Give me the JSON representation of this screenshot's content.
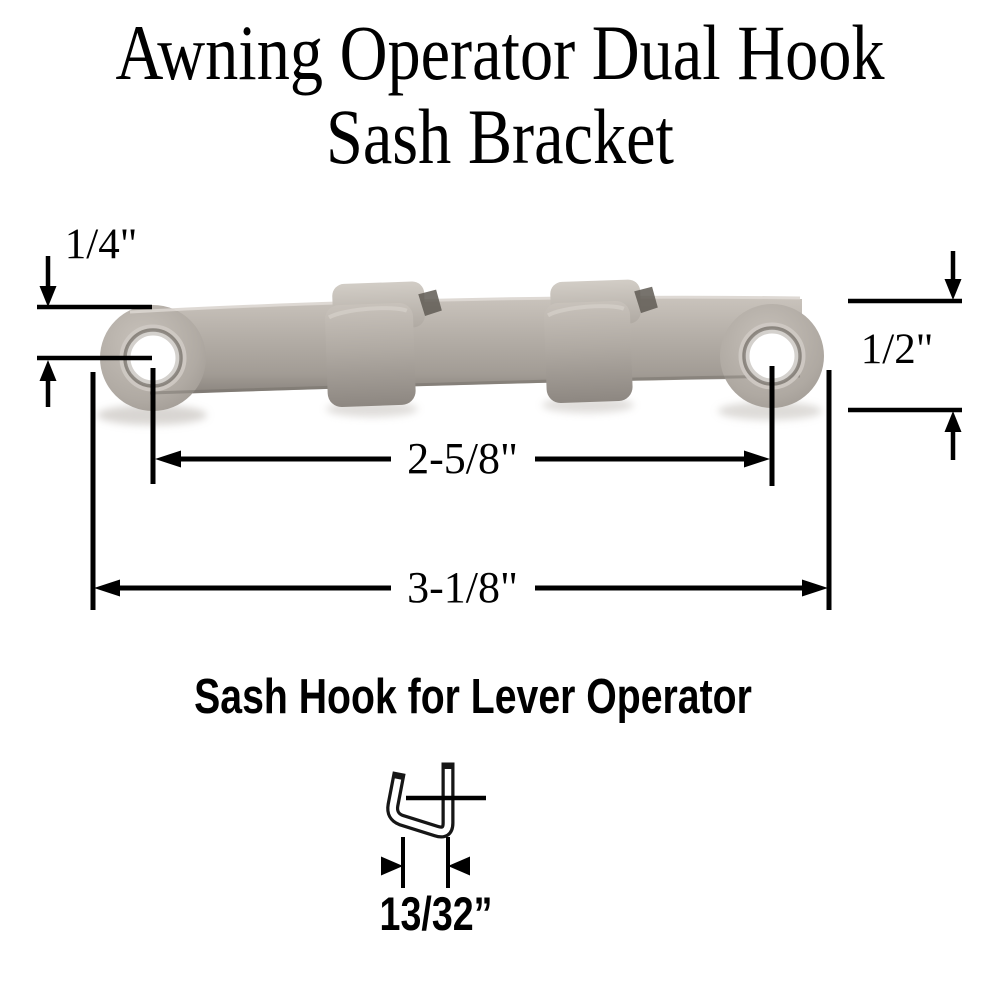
{
  "background": "#ffffff",
  "annotation_color": "#000000",
  "title": {
    "line1": "Awning Operator Dual Hook",
    "line2": "Sash Bracket"
  },
  "bracket_photo": {
    "description": "gray metal dual-hook sash bracket with two round mounting holes and two clip hooks",
    "metal_light": "#cdc7c0",
    "metal_mid": "#b2aca5",
    "metal_dark": "#8a847e"
  },
  "dimensions": {
    "hole_offset_top": "1/4\"",
    "end_height": "1/2\"",
    "hole_spacing": "2-5/8\"",
    "overall_length": "3-1/8\""
  },
  "caption": "Sash Hook for Lever Operator",
  "hook_detail": {
    "width": "13/32”"
  }
}
